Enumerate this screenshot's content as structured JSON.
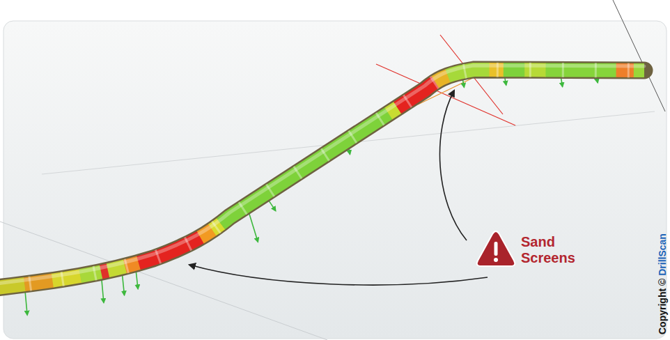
{
  "diagram": {
    "labels": [
      "Sand Screens",
      "Copyright ©",
      "DrillScan"
    ]
  }
}
